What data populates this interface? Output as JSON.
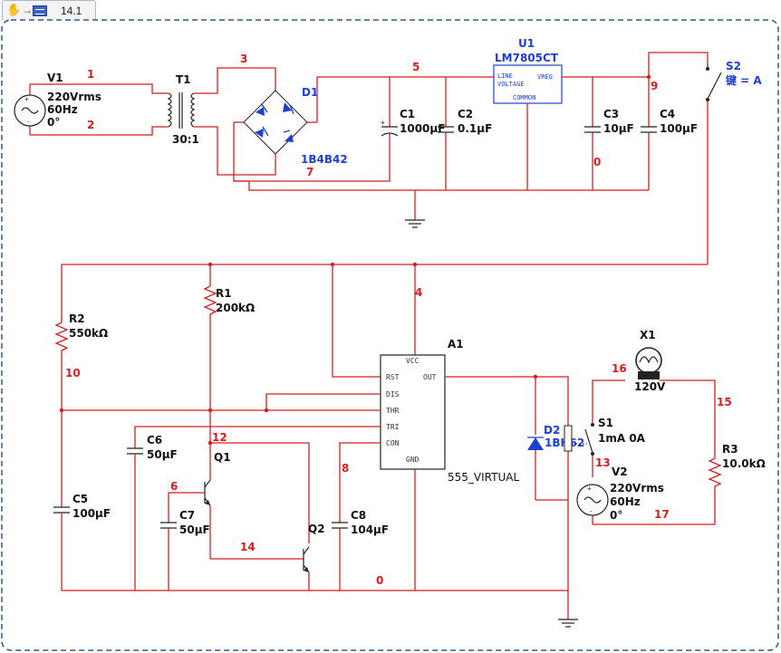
{
  "tab": {
    "icon": "hand-arrow-meter-icon",
    "version": "14.1"
  },
  "colors": {
    "wire": "#d31f1f",
    "component": "#222222",
    "blue_part": "#1d3fd6",
    "border": "#2b5a8a"
  },
  "components": {
    "v1": {
      "ref": "V1",
      "line1": "220Vrms",
      "line2": "60Hz",
      "line3": "0°"
    },
    "t1": {
      "ref": "T1",
      "ratio": "30:1"
    },
    "d1": {
      "ref": "D1",
      "model": "1B4B42"
    },
    "u1": {
      "ref": "U1",
      "model": "LM7805CT",
      "pin_line": "LINE",
      "pin_voltage": "VOLTAGE",
      "pin_vreg": "VREG",
      "pin_common": "COMMON"
    },
    "c1": {
      "ref": "C1",
      "value": "1000µF"
    },
    "c2": {
      "ref": "C2",
      "value": "0.1µF"
    },
    "c3": {
      "ref": "C3",
      "value": "10µF"
    },
    "c4": {
      "ref": "C4",
      "value": "100µF"
    },
    "s2": {
      "ref": "S2",
      "key": "键 = A"
    },
    "r2": {
      "ref": "R2",
      "value": "550kΩ"
    },
    "r1": {
      "ref": "R1",
      "value": "200kΩ"
    },
    "a1": {
      "ref": "A1",
      "model": "555_VIRTUAL",
      "vcc": "VCC",
      "rst": "RST",
      "out": "OUT",
      "dis": "DIS",
      "thr": "THR",
      "tri": "TRI",
      "con": "CON",
      "gnd": "GND"
    },
    "c5": {
      "ref": "C5",
      "value": "100µF"
    },
    "c6": {
      "ref": "C6",
      "value": "50µF"
    },
    "c7": {
      "ref": "C7",
      "value": "50µF"
    },
    "c8": {
      "ref": "C8",
      "value": "104µF"
    },
    "q1": {
      "ref": "Q1"
    },
    "q2": {
      "ref": "Q2"
    },
    "d2": {
      "ref": "D2",
      "model": "1BH62"
    },
    "s1": {
      "ref": "S1",
      "rating": "1mA 0A"
    },
    "x1": {
      "ref": "X1",
      "value": "120V"
    },
    "v2": {
      "ref": "V2",
      "line1": "220Vrms",
      "line2": "60Hz",
      "line3": "0°"
    },
    "r3": {
      "ref": "R3",
      "value": "10.0kΩ"
    }
  },
  "nets": {
    "n1": "1",
    "n2": "2",
    "n3": "3",
    "n5": "5",
    "n7": "7",
    "n9": "9",
    "n0a": "0",
    "n4": "4",
    "n10": "10",
    "n12": "12",
    "n6": "6",
    "n14": "14",
    "n8": "8",
    "n0b": "0",
    "n16": "16",
    "n15": "15",
    "n13": "13",
    "n17": "17"
  }
}
